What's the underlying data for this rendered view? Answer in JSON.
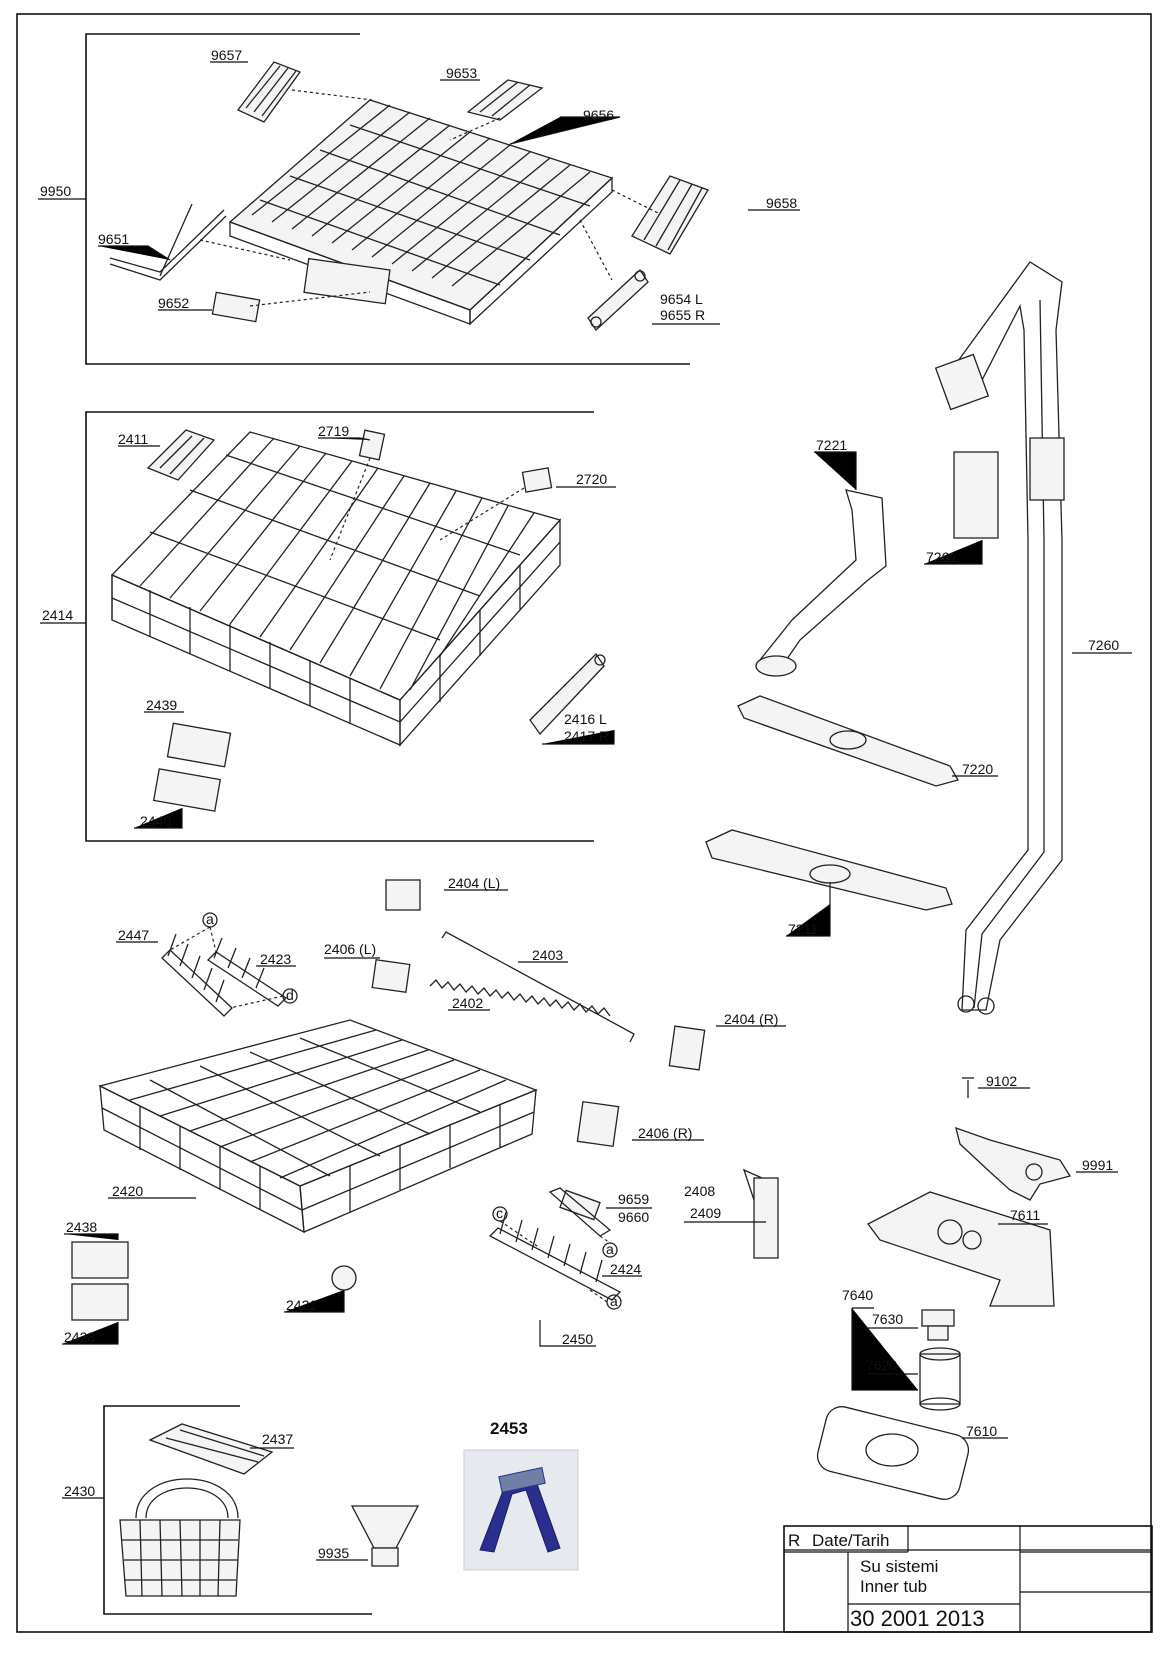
{
  "labels": {
    "p9950": "9950",
    "p9657": "9657",
    "p9653": "9653",
    "p9656": "9656",
    "p9658": "9658",
    "p9651": "9651",
    "p9652": "9652",
    "p9654": "9654 L",
    "p9655": "9655 R",
    "p2411": "2411",
    "p2719": "2719",
    "p2720": "2720",
    "p2414": "2414",
    "p2416": "2416 L",
    "p2417": "2417 R",
    "p2439": "2439",
    "p2440": "2440",
    "p7221": "7221",
    "p7261": "7261",
    "p7260": "7260",
    "p7220": "7220",
    "p7211": "7211",
    "p2404L": "2404 (L)",
    "p2447": "2447",
    "p2423": "2423",
    "p2406L": "2406 (L)",
    "p2403": "2403",
    "p2402": "2402",
    "p2404R": "2404 (R)",
    "p9102": "9102",
    "p2406R": "2406 (R)",
    "p9991": "9991",
    "p2420": "2420",
    "p9659": "9659",
    "p9660": "9660",
    "p2408": "2408",
    "p2409": "2409",
    "p7611": "7611",
    "p2438": "2438",
    "p2424": "2424",
    "p2421": "2421",
    "p2428": "2428",
    "p2450": "2450",
    "p7640": "7640",
    "p7630": "7630",
    "p7620": "7620",
    "p7610": "7610",
    "p2437": "2437",
    "p2453": "2453",
    "p2430": "2430",
    "p9935": "9935",
    "callout_a1": "a",
    "callout_d": "d",
    "callout_c": "c",
    "callout_a2": "a",
    "callout_a3": "a"
  },
  "title_block": {
    "rev_label": "R",
    "date_label": "Date/Tarih",
    "title_tr": "Su sistemi",
    "title_en": "Inner tub",
    "drawing_number": "30 2001 2013"
  }
}
